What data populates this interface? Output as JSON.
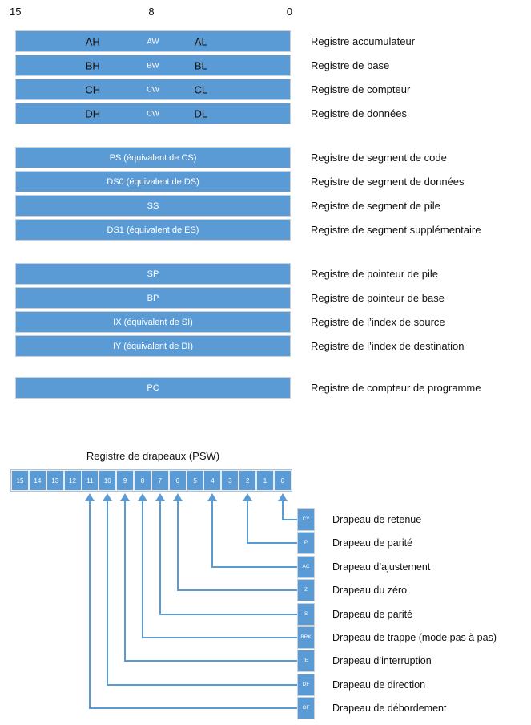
{
  "colors": {
    "box_fill": "#5b9bd5",
    "box_border": "#c9d0d8",
    "connector": "#5b9bd5",
    "text_dark": "#111111",
    "text_light": "#ffffff"
  },
  "bit_scale": {
    "left_label": "15",
    "mid_label": "8",
    "right_label": "0"
  },
  "general_registers": {
    "rows": [
      {
        "high": "AH",
        "word": "AW",
        "low": "AL",
        "label": "Registre accumulateur"
      },
      {
        "high": "BH",
        "word": "BW",
        "low": "BL",
        "label": "Registre de base"
      },
      {
        "high": "CH",
        "word": "CW",
        "low": "CL",
        "label": "Registre de compteur"
      },
      {
        "high": "DH",
        "word": "CW",
        "low": "DL",
        "label": "Registre de données"
      }
    ]
  },
  "segment_registers": {
    "rows": [
      {
        "name": "PS (équivalent de CS)",
        "label": "Registre de segment de code"
      },
      {
        "name": "DS0 (équivalent de DS)",
        "label": "Registre de segment de données"
      },
      {
        "name": "SS",
        "label": "Registre de segment de pile"
      },
      {
        "name": "DS1 (équivalent de ES)",
        "label": "Registre de segment supplémentaire"
      }
    ]
  },
  "pointer_registers": {
    "rows": [
      {
        "name": "SP",
        "label": "Registre de pointeur de pile"
      },
      {
        "name": "BP",
        "label": "Registre de pointeur de base"
      },
      {
        "name": "IX (équivalent de SI)",
        "label": "Registre de l’index de source"
      },
      {
        "name": "IY (équivalent de DI)",
        "label": "Registre de l’index de destination"
      }
    ]
  },
  "program_counter": {
    "rows": [
      {
        "name": "PC",
        "label": "Registre de compteur de programme"
      }
    ]
  },
  "psw": {
    "title": "Registre de drapeaux (PSW)",
    "bits": [
      "15",
      "14",
      "13",
      "12",
      "11",
      "10",
      "9",
      "8",
      "7",
      "6",
      "5",
      "4",
      "3",
      "2",
      "1",
      "0"
    ],
    "flags": [
      {
        "code": "CY",
        "bit": 0,
        "label": "Drapeau de retenue"
      },
      {
        "code": "P",
        "bit": 2,
        "label": "Drapeau de parité"
      },
      {
        "code": "AC",
        "bit": 4,
        "label": "Drapeau d’ajustement"
      },
      {
        "code": "Z",
        "bit": 6,
        "label": "Drapeau du zéro"
      },
      {
        "code": "S",
        "bit": 7,
        "label": "Drapeau de parité"
      },
      {
        "code": "BRK",
        "bit": 8,
        "label": "Drapeau de trappe (mode pas à pas)"
      },
      {
        "code": "IE",
        "bit": 9,
        "label": "Drapeau d’interruption"
      },
      {
        "code": "DF",
        "bit": 10,
        "label": "Drapeau de direction"
      },
      {
        "code": "OF",
        "bit": 11,
        "label": "Drapeau de débordement"
      }
    ]
  }
}
